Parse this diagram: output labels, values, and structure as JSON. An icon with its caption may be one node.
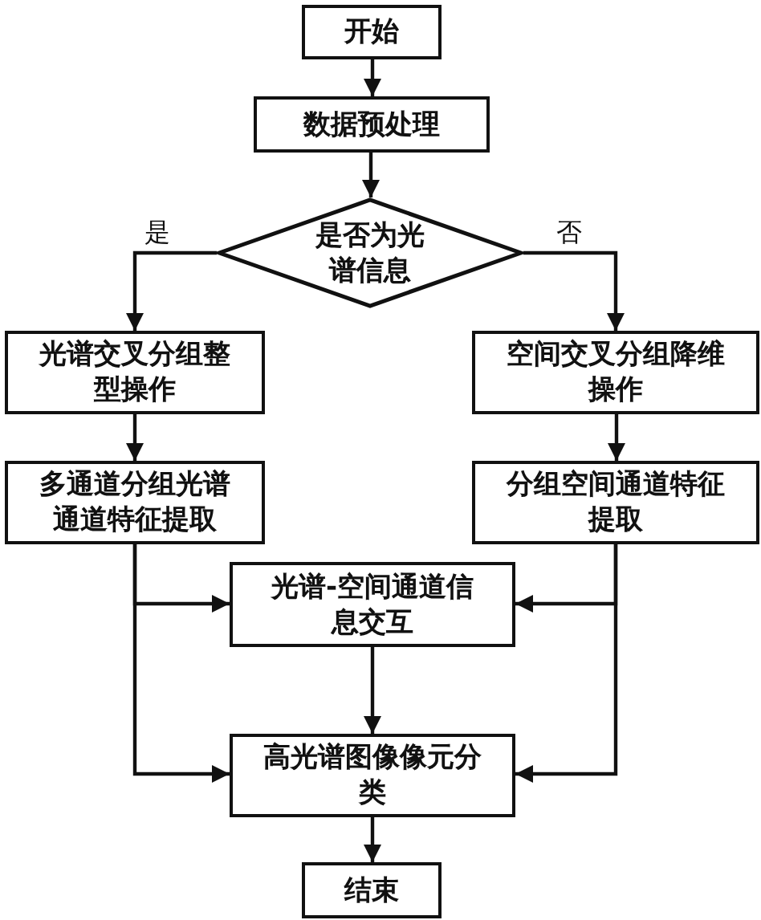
{
  "diagram": {
    "nodes": [
      {
        "text": [
          "开始"
        ]
      },
      {
        "text": [
          "数据预处理"
        ]
      },
      {
        "text": [
          "是否为光谱信息"
        ]
      },
      {
        "text": [
          "光谱交叉分组整型操作"
        ]
      },
      {
        "text": [
          "空间交叉分组降维操作"
        ]
      },
      {
        "text": [
          "多通道分组光谱通道特征提取"
        ]
      },
      {
        "text": [
          "分组空间通道特征提取"
        ]
      },
      {
        "text": [
          "光谱-空间通道信息交互"
        ]
      },
      {
        "text": [
          "高光谱图像像元分类"
        ]
      },
      {
        "text": [
          "结束"
        ]
      }
    ],
    "edges": [
      {
        "from": 0,
        "to": 1,
        "arrow": "to"
      },
      {
        "from": 1,
        "to": 2,
        "arrow": "to"
      },
      {
        "from": 2,
        "to": 3,
        "arrow": "to",
        "label": "是"
      },
      {
        "from": 2,
        "to": 4,
        "arrow": "to",
        "label": "否"
      },
      {
        "from": 3,
        "to": 5,
        "arrow": "to"
      },
      {
        "from": 4,
        "to": 6,
        "arrow": "to"
      },
      {
        "from": 5,
        "to": 7,
        "arrow": "to"
      },
      {
        "from": 6,
        "to": 7,
        "arrow": "to"
      },
      {
        "from": 5,
        "to": 8,
        "arrow": "to"
      },
      {
        "from": 6,
        "to": 8,
        "arrow": "to"
      },
      {
        "from": 7,
        "to": 8,
        "arrow": "to"
      },
      {
        "from": 8,
        "to": 9,
        "arrow": "to"
      }
    ]
  }
}
